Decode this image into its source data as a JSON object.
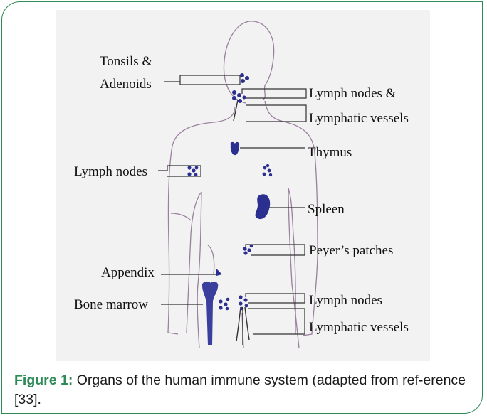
{
  "labels": {
    "tonsils": "Tonsils &",
    "adenoids": "Adenoids",
    "lymph_nodes_and": "Lymph nodes &",
    "lymphatic_vessels_top": "Lymphatic vessels",
    "thymus": "Thymus",
    "lymph_nodes_left": "Lymph nodes",
    "spleen": "Spleen",
    "peyers_patches": "Peyer’s patches",
    "appendix": "Appendix",
    "bone_marrow": "Bone marrow",
    "lymph_nodes_bottom": "Lymph nodes",
    "lymphatic_vessels_bottom": "Lymphatic vessels"
  },
  "caption": {
    "figure_label": "Figure 1:",
    "text": " Organs of the human immune system (adapted from ref-erence [33]."
  },
  "colors": {
    "border": "#2e8b57",
    "organ": "#2b2f8f",
    "body_outline": "#9a7f9e",
    "figure_bg": "#f2f2f2"
  }
}
